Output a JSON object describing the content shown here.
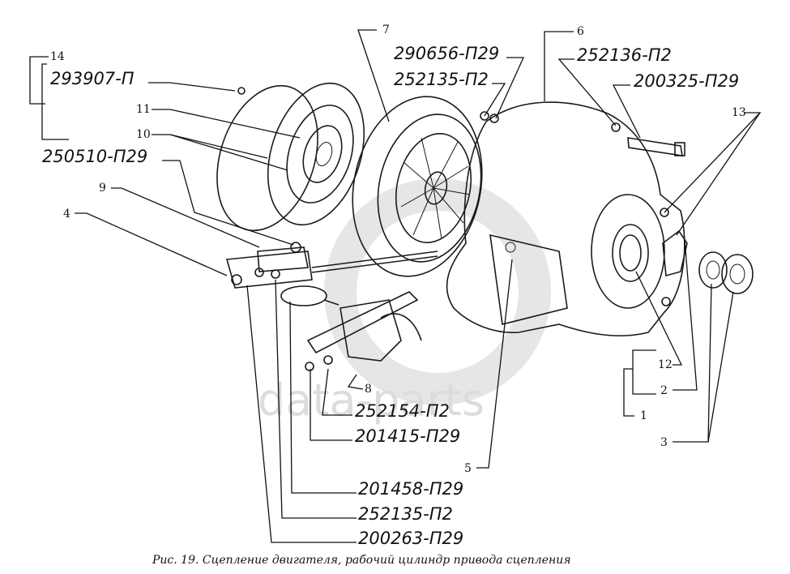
{
  "figure": {
    "caption": "Рис. 19. Сцепление двигателя, рабочий цилиндр привода сцепления",
    "watermark": "data-parts"
  },
  "callouts": [
    {
      "id": "14",
      "label": "14"
    },
    {
      "id": "11",
      "label": "11"
    },
    {
      "id": "10",
      "label": "10"
    },
    {
      "id": "9",
      "label": "9"
    },
    {
      "id": "4",
      "label": "4"
    },
    {
      "id": "7",
      "label": "7"
    },
    {
      "id": "6",
      "label": "6"
    },
    {
      "id": "13",
      "label": "13"
    },
    {
      "id": "8",
      "label": "8"
    },
    {
      "id": "5",
      "label": "5"
    },
    {
      "id": "12",
      "label": "12"
    },
    {
      "id": "2",
      "label": "2"
    },
    {
      "id": "1",
      "label": "1"
    },
    {
      "id": "3",
      "label": "3"
    }
  ],
  "part_numbers": [
    {
      "id": "p293907",
      "label": "293907-П"
    },
    {
      "id": "p250510",
      "label": "250510-П29"
    },
    {
      "id": "p290656",
      "label": "290656-П29"
    },
    {
      "id": "p252135a",
      "label": "252135-П2"
    },
    {
      "id": "p252136",
      "label": "252136-П2"
    },
    {
      "id": "p200325",
      "label": "200325-П29"
    },
    {
      "id": "p252154",
      "label": "252154-П2"
    },
    {
      "id": "p201415",
      "label": "201415-П29"
    },
    {
      "id": "p201458",
      "label": "201458-П29"
    },
    {
      "id": "p252135b",
      "label": "252135-П2"
    },
    {
      "id": "p200263",
      "label": "200263-П29"
    }
  ]
}
